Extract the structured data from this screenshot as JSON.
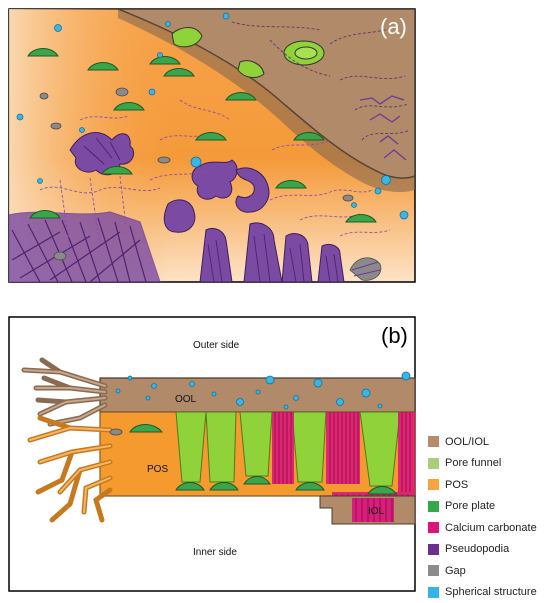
{
  "panel_a": {
    "label": "(a)"
  },
  "panel_b": {
    "label": "(b)",
    "outer_side": "Outer side",
    "inner_side": "Inner side",
    "ool_label": "OOL",
    "pos_label": "POS",
    "iol_label": "IOL"
  },
  "legend": {
    "items": [
      {
        "label": "OOL/IOL",
        "color": "#b88c6a"
      },
      {
        "label": "Pore funnel",
        "color": "#a9cf7a"
      },
      {
        "label": "POS",
        "color": "#f7a440"
      },
      {
        "label": "Pore plate",
        "color": "#34a84a"
      },
      {
        "label": "Calcium carbonate",
        "color": "#e0127e"
      },
      {
        "label": "Pseudopodia",
        "color": "#6b2f8f"
      },
      {
        "label": "Gap",
        "color": "#8c8c8c"
      },
      {
        "label": "Spherical structure",
        "color": "#36b4e6"
      }
    ]
  },
  "colors": {
    "orange": "#f59a2e",
    "brown": "#b08a69",
    "green": "#3aa54b",
    "light_green": "#8fd23a",
    "magenta": "#d9137b",
    "purple": "#6e3a9a",
    "blue": "#37b6e8",
    "gray": "#8a8a8a"
  }
}
